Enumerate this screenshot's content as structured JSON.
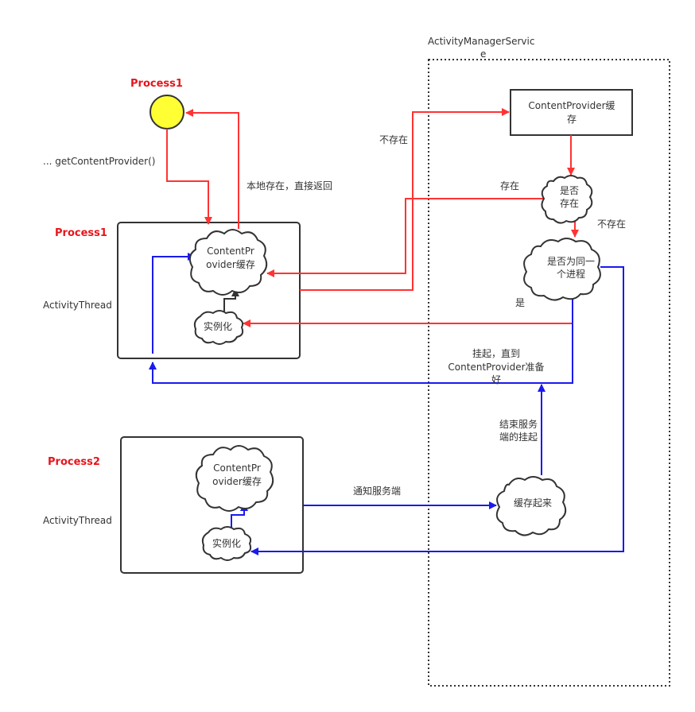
{
  "labels": {
    "process1_top": "Process1",
    "process1_box": "Process1",
    "process2_box": "Process2",
    "activity_thread_1": "ActivityThread",
    "activity_thread_2": "ActivityThread",
    "get_content_provider": "...  getContentProvider()",
    "local_exists": "本地存在，直接返回",
    "not_exist_top": "不存在",
    "exists": "存在",
    "not_exist_right": "不存在",
    "yes": "是",
    "suspend_line1": "挂起，直到",
    "suspend_line2": "ContentProvider准备",
    "suspend_line3": "好",
    "end_suspend_line1": "结束服务",
    "end_suspend_line2": "端的挂起",
    "notify_server": "通知服务端",
    "ams_line1": "ActivityManagerServic",
    "ams_line2": "e"
  },
  "nodes": {
    "p1_cache_line1": "ContentPr",
    "p1_cache_line2": "ovider缓存",
    "p1_instantiate": "实例化",
    "p2_cache_line1": "ContentPr",
    "p2_cache_line2": "ovider缓存",
    "p2_instantiate": "实例化",
    "ams_cache_line1": "ContentProvider缓",
    "ams_cache_line2": "存",
    "exists_q_line1": "是否",
    "exists_q_line2": "存在",
    "same_process_line1": "是否为同一",
    "same_process_line2": "个进程",
    "cache_it": "缓存起来"
  },
  "colors": {
    "red_flow": "#ff3333",
    "blue_flow": "#1a1aee",
    "process_label": "#e8141a",
    "start_circle": "#ffff33"
  }
}
